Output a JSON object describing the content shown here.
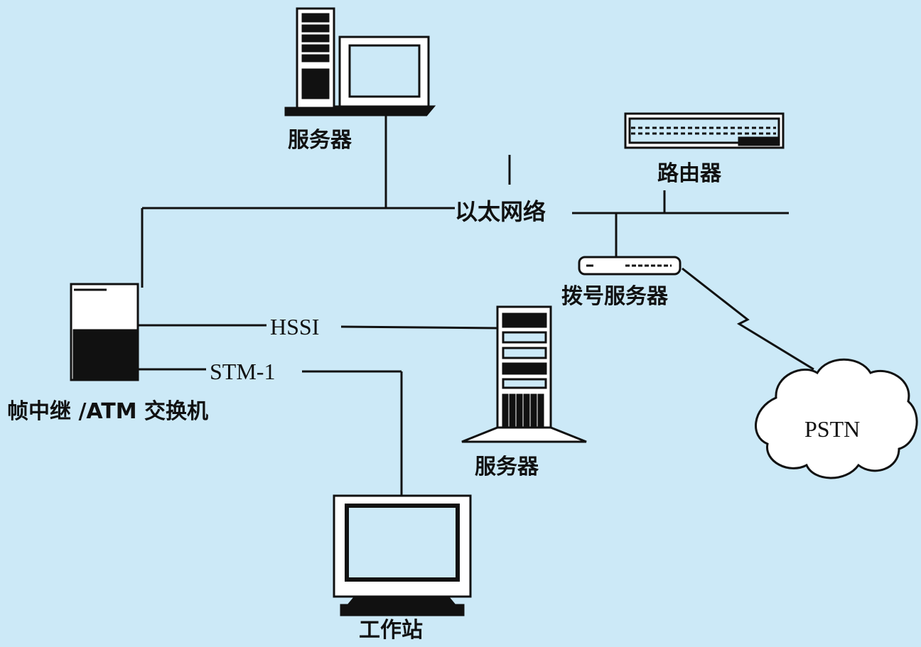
{
  "labels": {
    "server_top": "服务器",
    "ethernet": "以太网络",
    "router": "路由器",
    "dialup_server": "拨号服务器",
    "switch": "帧中继 /ATM 交换机",
    "hssi": "HSSI",
    "stm1": "STM-1",
    "server_mid": "服务器",
    "pstn": "PSTN",
    "workstation": "工作站"
  }
}
